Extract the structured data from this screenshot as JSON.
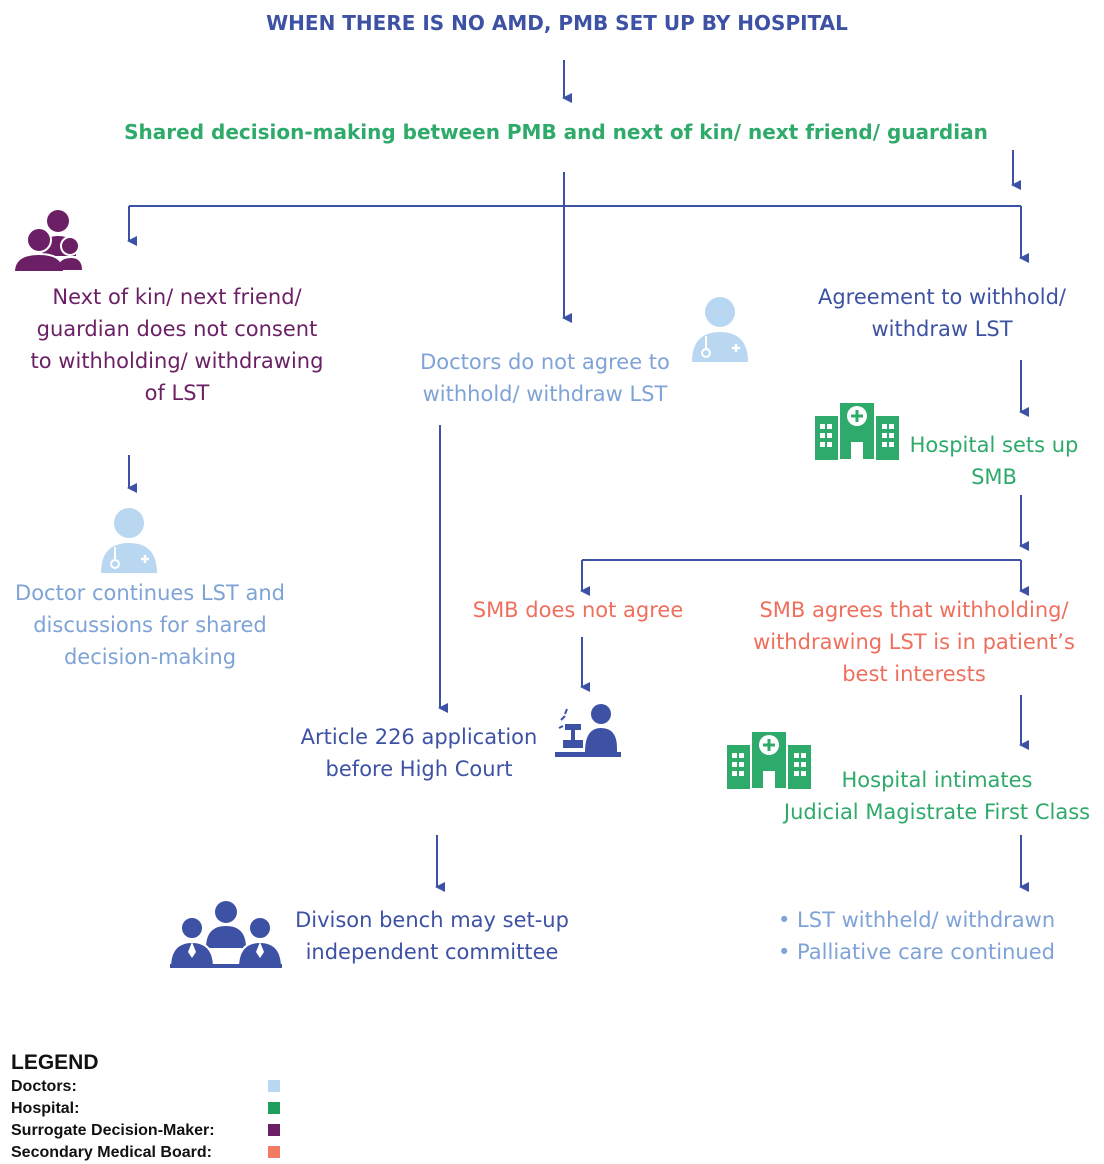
{
  "colors": {
    "navy": "#3d52a5",
    "green": "#2eaa6a",
    "purple": "#6b1f65",
    "light_blue": "#7fa3d6",
    "coral": "#ef6f5d",
    "arrow": "#3d52a5"
  },
  "nodes": {
    "title": "WHEN THERE IS NO AMD, PMB SET UP BY HOSPITAL",
    "shared": "Shared decision-making between PMB and next of kin/ next friend/ guardian",
    "kin_no_consent": [
      "Next of kin/ next friend/",
      "guardian does not consent",
      "to withholding/ withdrawing",
      "of LST"
    ],
    "doctors_disagree": [
      "Doctors do not agree to",
      "withhold/ withdraw LST"
    ],
    "agreement": [
      "Agreement to withhold/",
      "withdraw LST"
    ],
    "hospital_smb": [
      "Hospital sets up",
      "SMB"
    ],
    "doctor_continues": [
      "Doctor continues LST and",
      "discussions for shared",
      "decision-making"
    ],
    "smb_not_agree": "SMB does not agree",
    "smb_agrees": [
      "SMB agrees that withholding/",
      "withdrawing LST is in patient’s",
      "best interests"
    ],
    "article226": [
      "Article 226 application",
      "before High Court"
    ],
    "hospital_intimates": [
      "Hospital intimates",
      "Judicial Magistrate First Class"
    ],
    "division_bench": [
      "Divison bench may set-up",
      "independent committee"
    ],
    "outcome": [
      "• LST withheld/ withdrawn",
      "• Palliative care continued"
    ]
  },
  "icons": [
    "group-people-icon",
    "doctor-icon",
    "hospital-icon",
    "judge-gavel-icon",
    "committee-icon"
  ],
  "legend": {
    "title": "LEGEND",
    "items": [
      {
        "label": "Doctors:",
        "color": "#b9d7f0"
      },
      {
        "label": "Hospital:",
        "color": "#1f9e5d"
      },
      {
        "label": "Surrogate Decision-Maker:",
        "color": "#6b1f65"
      },
      {
        "label": "Secondary Medical Board:",
        "color": "#f27c62"
      }
    ]
  }
}
